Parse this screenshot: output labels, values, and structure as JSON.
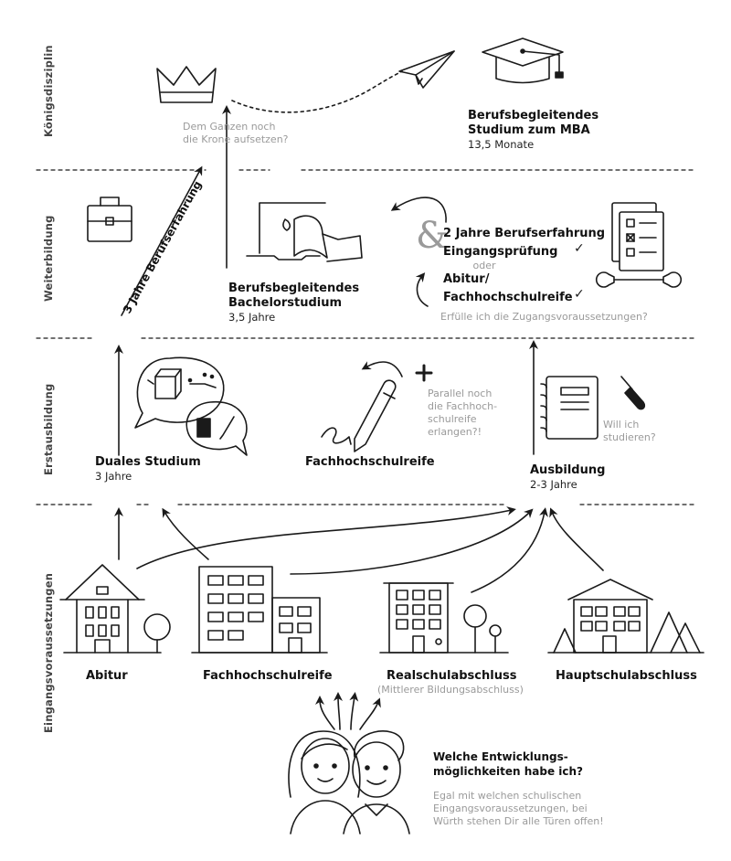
{
  "rows": {
    "koenig": "Königsdisziplin",
    "weiter": "Weiterbildung",
    "erst": "Erstausbildung",
    "eingang": "Eingangsvoraussetzungen"
  },
  "crown_question": [
    "Dem Ganzen noch",
    "die Krone aufsetzen?"
  ],
  "mba": {
    "title": [
      "Berufsbegleitendes",
      "Studium zum MBA"
    ],
    "duration": "13,5 Monate"
  },
  "diagonal": "3 Jahre Berufserfahrung",
  "bachelor": {
    "title": [
      "Berufsbegleitendes",
      "Bachelorstudium"
    ],
    "duration": "3,5 Jahre"
  },
  "requirements": {
    "ampersand": "&",
    "line1": "2 Jahre Berufserfahrung",
    "line2": "Eingangsprüfung",
    "or": "oder",
    "line3": "Abitur/",
    "line4": "Fachhochschulreife",
    "check": "✓",
    "question": "Erfülle ich die Zugangsvoraussetzungen?"
  },
  "duales": {
    "title": "Duales Studium",
    "duration": "3 Jahre"
  },
  "fhr_erst": {
    "title": "Fachhochschulreife",
    "note": [
      "Parallel noch",
      "die Fachhoch-",
      "schulreife",
      "erlangen?!"
    ]
  },
  "ausbildung": {
    "title": "Ausbildung",
    "duration": "2-3 Jahre",
    "note": [
      "Will ich",
      "studieren?"
    ]
  },
  "schools": {
    "abitur": "Abitur",
    "fhr": "Fachhochschulreife",
    "real": "Realschulabschluss",
    "real_sub": "(Mittlerer Bildungsabschluss)",
    "haupt": "Hauptschulabschluss"
  },
  "people": {
    "question": [
      "Welche Entwicklungs-",
      "möglichkeiten habe ich?"
    ],
    "answer": [
      "Egal mit welchen schulischen",
      "Eingangsvoraussetzungen, bei",
      "Würth stehen Dir alle Türen offen!"
    ]
  }
}
